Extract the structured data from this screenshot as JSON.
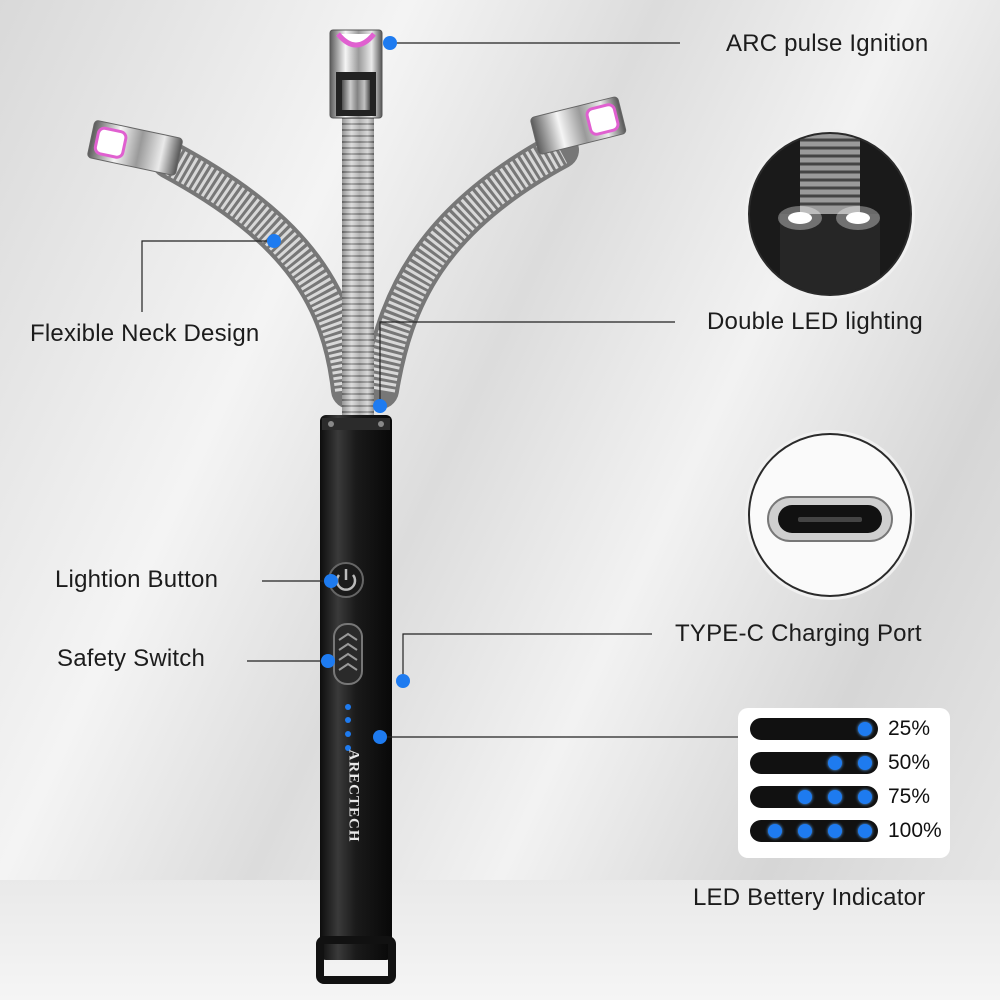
{
  "callouts": {
    "arc": "ARC pulse Ignition",
    "neck": "Flexible Neck Design",
    "led": "Double LED lighting",
    "button": "Lightion Button",
    "safety": "Safety Switch",
    "typec": "TYPE-C Charging Port",
    "battery": "LED Bettery Indicator"
  },
  "brand": "ARECTECH",
  "battery_levels": [
    {
      "label": "25%",
      "dots": 1
    },
    {
      "label": "50%",
      "dots": 2
    },
    {
      "label": "75%",
      "dots": 3
    },
    {
      "label": "100%",
      "dots": 4
    }
  ],
  "colors": {
    "indicator_blue": "#1e7bf0",
    "body_black": "#1a1a1a",
    "arc_pink": "#e060d0"
  }
}
